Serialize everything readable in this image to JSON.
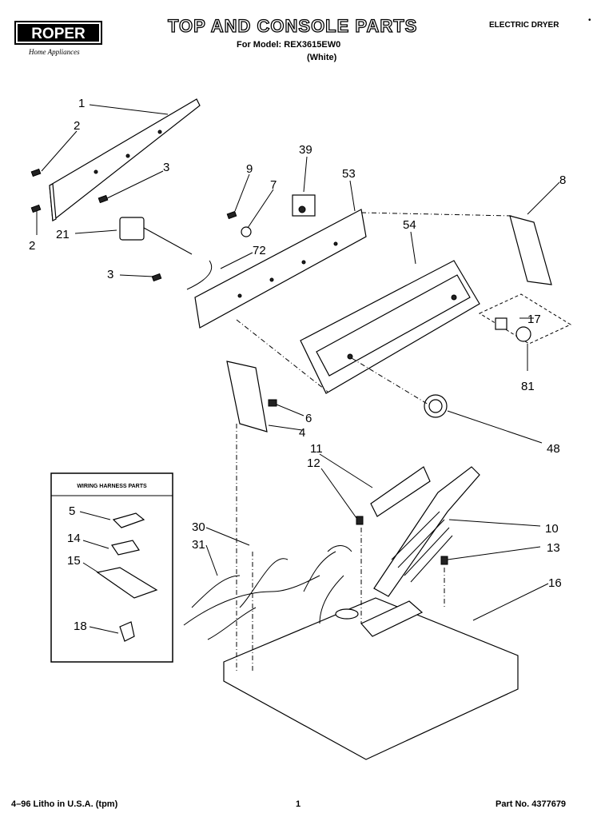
{
  "header": {
    "brand": "ROPER",
    "brand_sub": "Home Appliances",
    "title": "TOP AND CONSOLE PARTS",
    "model_line": "For Model: REX3615EW0",
    "color_line": "(White)",
    "doc_type": "ELECTRIC DRYER",
    "doc_type_mark": "•"
  },
  "inset": {
    "title": "WIRING HARNESS PARTS"
  },
  "callouts": {
    "c1": "1",
    "c2a": "2",
    "c2b": "2",
    "c3a": "3",
    "c3b": "3",
    "c4": "4",
    "c5": "5",
    "c6": "6",
    "c7": "7",
    "c8": "8",
    "c9": "9",
    "c10": "10",
    "c11": "11",
    "c12": "12",
    "c13": "13",
    "c14": "14",
    "c15": "15",
    "c16": "16",
    "c17": "17",
    "c18": "18",
    "c21": "21",
    "c30": "30",
    "c31": "31",
    "c39": "39",
    "c48": "48",
    "c53": "53",
    "c54": "54",
    "c72": "72",
    "c81": "81"
  },
  "footer": {
    "litho": "4–96 Litho in U.S.A. (tpm)",
    "page": "1",
    "part_no": "Part No. 4377679"
  }
}
